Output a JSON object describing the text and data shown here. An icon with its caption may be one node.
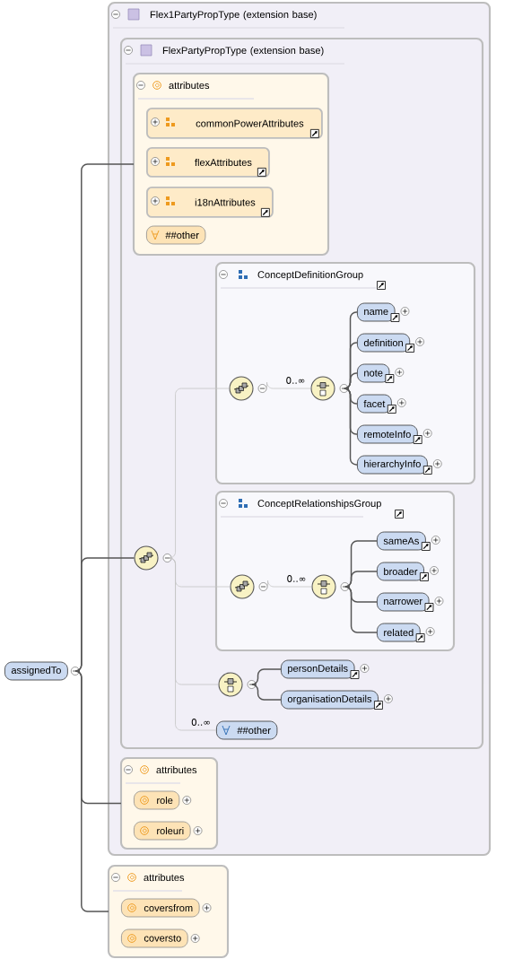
{
  "diagram": {
    "nodes": [
      {
        "text": [
          "assignedTo"
        ]
      },
      {
        "text": [
          "Flex1PartyPropType (extension base)"
        ]
      },
      {
        "text": [
          "FlexPartyPropType (extension base)"
        ],
        "in": 1
      },
      {
        "text": [
          "attributes"
        ],
        "in": 2
      },
      {
        "text": [
          "commonPowerAttributes"
        ],
        "in": 3
      },
      {
        "text": [
          "flexAttributes"
        ],
        "in": 3
      },
      {
        "text": [
          "i18nAttributes"
        ],
        "in": 3
      },
      {
        "text": [
          "##other"
        ],
        "in": 3
      },
      {
        "text": [],
        "shape": "circle",
        "in": 2
      },
      {
        "text": [
          "ConceptDefinitionGroup"
        ],
        "in": 2
      },
      {
        "text": [],
        "shape": "circle",
        "in": 9
      },
      {
        "text": [],
        "shape": "circle",
        "in": 9
      },
      {
        "text": [
          "name"
        ],
        "in": 9
      },
      {
        "text": [
          "definition"
        ],
        "in": 9
      },
      {
        "text": [
          "note"
        ],
        "in": 9
      },
      {
        "text": [
          "facet"
        ],
        "in": 9
      },
      {
        "text": [
          "remoteInfo"
        ],
        "in": 9
      },
      {
        "text": [
          "hierarchyInfo"
        ],
        "in": 9
      },
      {
        "text": [
          "ConceptRelationshipsGroup"
        ],
        "in": 2
      },
      {
        "text": [],
        "shape": "circle",
        "in": 18
      },
      {
        "text": [],
        "shape": "circle",
        "in": 18
      },
      {
        "text": [
          "sameAs"
        ],
        "in": 18
      },
      {
        "text": [
          "broader"
        ],
        "in": 18
      },
      {
        "text": [
          "narrower"
        ],
        "in": 18
      },
      {
        "text": [
          "related"
        ],
        "in": 18
      },
      {
        "text": [],
        "shape": "circle",
        "in": 2
      },
      {
        "text": [
          "personDetails"
        ],
        "in": 2
      },
      {
        "text": [
          "organisationDetails"
        ],
        "in": 2
      },
      {
        "text": [
          "##other"
        ],
        "in": 2
      },
      {
        "text": [
          "attributes"
        ],
        "in": 1
      },
      {
        "text": [
          "role"
        ],
        "in": 29
      },
      {
        "text": [
          "roleuri"
        ],
        "in": 29
      },
      {
        "text": [
          "attributes"
        ]
      },
      {
        "text": [
          "coversfrom"
        ],
        "in": 32
      },
      {
        "text": [
          "coversto"
        ],
        "in": 32
      }
    ],
    "edges": [
      {
        "from": 0,
        "to": 3,
        "arrow": "none"
      },
      {
        "from": 0,
        "to": 8,
        "arrow": "none"
      },
      {
        "from": 0,
        "to": 29,
        "arrow": "none"
      },
      {
        "from": 0,
        "to": 32,
        "arrow": "none"
      },
      {
        "from": 8,
        "to": 10,
        "arrow": "none",
        "color": "#c4c4c4"
      },
      {
        "from": 8,
        "to": 19,
        "arrow": "none",
        "color": "#c4c4c4"
      },
      {
        "from": 8,
        "to": 25,
        "arrow": "none",
        "color": "#c4c4c4"
      },
      {
        "from": 8,
        "to": 28,
        "arrow": "none",
        "color": "#c4c4c4",
        "label": "0..∞"
      },
      {
        "from": 10,
        "to": 11,
        "arrow": "none",
        "color": "#c4c4c4",
        "label": "0..∞"
      },
      {
        "from": 11,
        "to": 12,
        "arrow": "none"
      },
      {
        "from": 11,
        "to": 13,
        "arrow": "none"
      },
      {
        "from": 11,
        "to": 14,
        "arrow": "none"
      },
      {
        "from": 11,
        "to": 15,
        "arrow": "none"
      },
      {
        "from": 11,
        "to": 16,
        "arrow": "none"
      },
      {
        "from": 11,
        "to": 17,
        "arrow": "none"
      },
      {
        "from": 19,
        "to": 20,
        "arrow": "none",
        "color": "#c4c4c4",
        "label": "0..∞"
      },
      {
        "from": 20,
        "to": 21,
        "arrow": "none"
      },
      {
        "from": 20,
        "to": 22,
        "arrow": "none"
      },
      {
        "from": 20,
        "to": 23,
        "arrow": "none"
      },
      {
        "from": 20,
        "to": 24,
        "arrow": "none"
      },
      {
        "from": 25,
        "to": 26,
        "arrow": "none"
      },
      {
        "from": 25,
        "to": 27,
        "arrow": "none"
      }
    ]
  }
}
